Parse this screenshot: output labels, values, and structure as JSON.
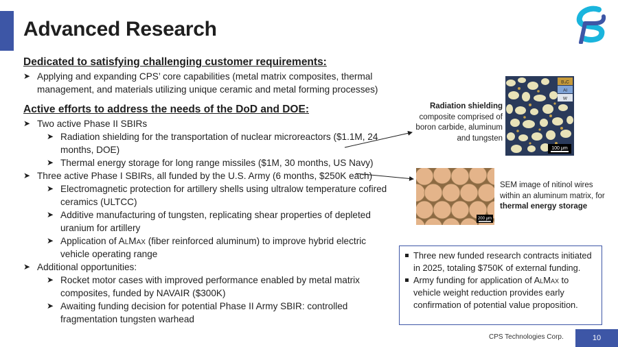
{
  "title": "Advanced Research",
  "section1": {
    "heading": "Dedicated to satisfying challenging customer requirements:",
    "items": [
      "Applying and expanding CPS’ core capabilities (metal matrix composites, thermal management, and materials utilizing unique ceramic and metal forming processes)"
    ]
  },
  "section2": {
    "heading": "Active efforts to address the needs of the DoD and DOE:",
    "phase2": {
      "label": "Two active Phase II SBIRs",
      "items": [
        "Radiation shielding for the transportation of nuclear microreactors ($1.1M, 24 months, DOE)",
        "Thermal energy storage for long range missiles ($1M, 30 months, US Navy)"
      ]
    },
    "phase1": {
      "label": "Three active Phase I SBIRs, all funded by the U.S. Army (6 months, $250K each)",
      "items": [
        "Electromagnetic protection for artillery shells using ultralow temperature cofired ceramics (ULTCC)",
        "Additive manufacturing of tungsten, replicating shear properties of depleted uranium for artillery"
      ],
      "almax": {
        "pre": "Application of A",
        "sc1": "l",
        "mid": "M",
        "sc2": "ax",
        "post": " (fiber reinforced aluminum) to improve hybrid electric vehicle operating range"
      }
    },
    "additional": {
      "label": "Additional opportunities:",
      "items": [
        "Rocket motor cases with improved performance enabled by metal matrix composites, funded by NAVAIR ($300K)",
        "Awaiting funding decision for potential Phase II Army SBIR: controlled fragmentation tungsten warhead"
      ]
    }
  },
  "image1": {
    "legend": [
      "B₄C",
      "Al",
      "W"
    ],
    "scale": "100 μm",
    "caption_bold": "Radiation shielding",
    "caption_rest": "composite comprised of boron carbide, aluminum and tungsten"
  },
  "image2": {
    "scale": "200 μm",
    "caption_rest": "SEM image of nitinol wires within an aluminum matrix, for",
    "caption_bold": "thermal energy storage"
  },
  "callout": {
    "item1": "Three new funded research contracts initiated in 2025, totaling $750K of external funding.",
    "item2_pre": "Army funding for application of A",
    "item2_sc1": "l",
    "item2_mid": "M",
    "item2_sc2": "ax",
    "item2_post": " to vehicle weight reduction provides early confirmation of potential value proposition."
  },
  "footer": {
    "company": "CPS Technologies Corp.",
    "page": "10"
  },
  "colors": {
    "accent": "#3d56a6",
    "logo_cyan": "#1ab5dd"
  }
}
